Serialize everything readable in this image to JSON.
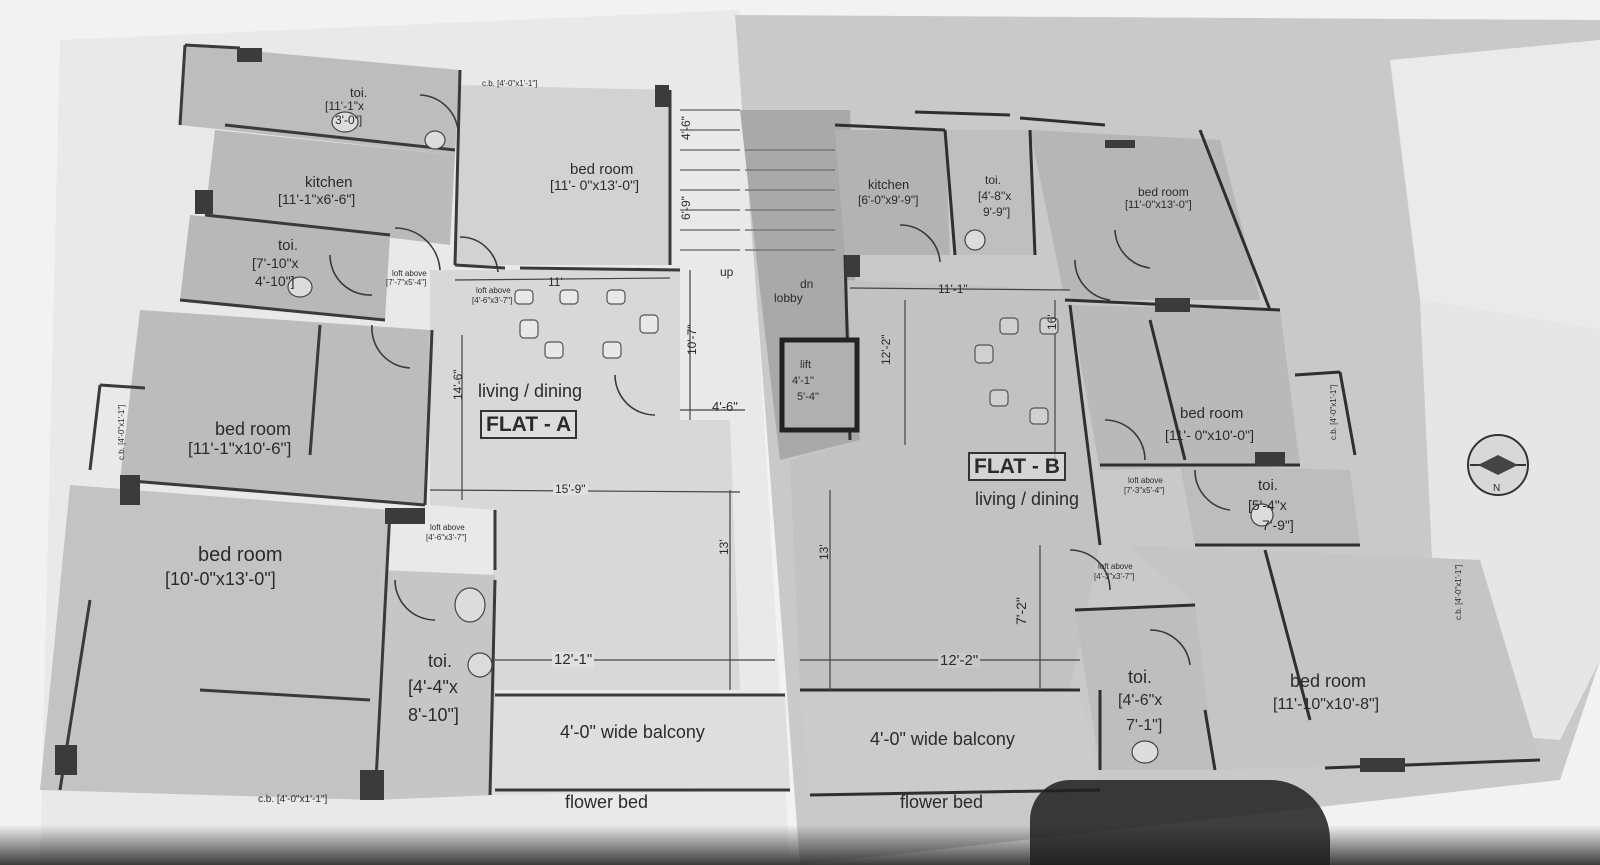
{
  "flat_a": {
    "title": "FLAT - A",
    "toilet_top": {
      "name": "toi.",
      "dim1": "[11'-1\"x",
      "dim2": "3'-0\"]"
    },
    "kitchen": {
      "name": "kitchen",
      "dim": "[11'-1\"x6'-6\"]"
    },
    "toilet_mid": {
      "name": "toi.",
      "dim1": "[7'-10\"x",
      "dim2": "4'-10\"]"
    },
    "bedroom_top": {
      "name": "bed room",
      "dim": "[11'- 0\"x13'-0\"]"
    },
    "bedroom_left": {
      "name": "bed room",
      "dim": "[11'-1\"x10'-6\"]"
    },
    "bedroom_bottom": {
      "name": "bed room",
      "dim": "[10'-0\"x13'-0\"]"
    },
    "toilet_bottom": {
      "name": "toi.",
      "dim1": "[4'-4\"x",
      "dim2": "8'-10\"]"
    },
    "living": "living / dining",
    "balcony": "4'-0\" wide balcony",
    "flower_bed": "flower bed",
    "loft1": {
      "name": "loft above",
      "dim": "[7'-7\"x5'-4\"]"
    },
    "loft2": {
      "name": "loft above",
      "dim": "[4'-6\"x3'-7\"]"
    },
    "loft3": {
      "name": "loft above",
      "dim": "[4'-6\"x3'-7\"]"
    },
    "cb_top": "c.b. [4'-0\"x1'-1\"]",
    "cb_left": "c.b. [4'-0\"x1'-1\"]",
    "cb_bottom": "c.b. [4'-0\"x1'-1\"]",
    "dims": {
      "d11": "11'",
      "d15_9": "15'-9\"",
      "d12_1": "12'-1\"",
      "d4_6": "4'-6\"",
      "d10_7": "10'-7\"",
      "d14_6": "14'-6\"",
      "d13": "13'",
      "d4_6v": "4'-6\"",
      "d6_9": "6'-9\""
    }
  },
  "core": {
    "up": "up",
    "dn": "dn",
    "lobby": "lobby",
    "lift": {
      "name": "lift",
      "dim1": "4'-1\"",
      "dim2": "5'-4\""
    }
  },
  "flat_b": {
    "title": "FLAT - B",
    "kitchen": {
      "name": "kitchen",
      "dim": "[6'-0\"x9'-9\"]"
    },
    "toilet_top": {
      "name": "toi.",
      "dim1": "[4'-8\"x",
      "dim2": "9'-9\"]"
    },
    "bedroom_top": {
      "name": "bed room",
      "dim": "[11'-0\"x13'-0\"]"
    },
    "bedroom_mid": {
      "name": "bed room",
      "dim": "[11'- 0\"x10'-0\"]"
    },
    "toilet_mid": {
      "name": "toi.",
      "dim1": "[5'-4\"x",
      "dim2": "7'-9\"]"
    },
    "bedroom_bottom": {
      "name": "bed room",
      "dim": "[11'-10\"x10'-8\"]"
    },
    "toilet_bottom": {
      "name": "toi.",
      "dim1": "[4'-6\"x",
      "dim2": "7'-1\"]"
    },
    "living": "living / dining",
    "balcony": "4'-0\" wide balcony",
    "flower_bed": "flower bed",
    "loft1": {
      "name": "loft above",
      "dim": "[7'-3\"x5'-4\"]"
    },
    "loft2": {
      "name": "loft above",
      "dim": "[4'-3\"x3'-7\"]"
    },
    "cb_right": "c.b. [4'-0\"x1'-1\"]",
    "cb_right2": "c.b. [4'-0\"x1'-1\"]",
    "dims": {
      "d11_1": "11'-1\"",
      "d12_2": "12'-2\"",
      "d12_2v": "12'-2\"",
      "d7_2": "7'-2\"",
      "d16": "16'",
      "d13": "13'"
    }
  },
  "north": "N",
  "colors": {
    "paper": "#f3f3f3",
    "grey_tone": "#c4c4c4",
    "dark_tone": "#9a9a9a",
    "line": "#2f2f2f"
  }
}
